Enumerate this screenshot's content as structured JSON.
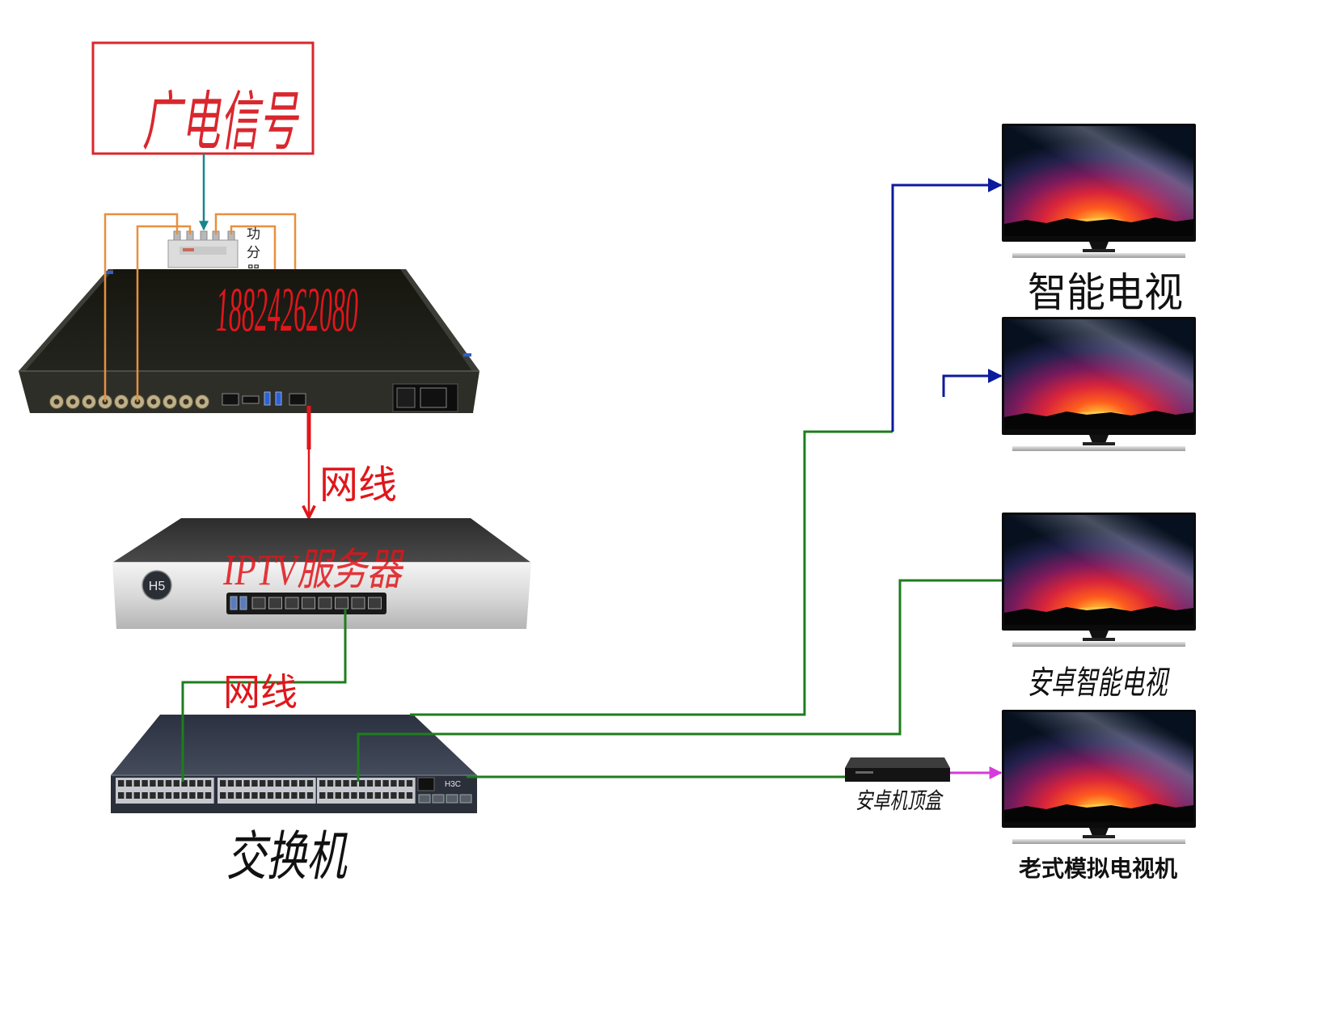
{
  "source": {
    "label": "广电信号"
  },
  "splitter": {
    "label": "功分器"
  },
  "encoder": {
    "phone": "18824262080"
  },
  "cables": {
    "encoder_to_server": "网线",
    "server_to_switch": "网线"
  },
  "server": {
    "label": "IPTV服务器",
    "logo": "H5"
  },
  "switch": {
    "label": "交换机",
    "brand": "H3C"
  },
  "set_top_box": {
    "label": "安卓机顶盒"
  },
  "displays": {
    "smart_tv": "智能电视",
    "android_smart_tv": "安卓智能电视",
    "analog_tv": "老式模拟电视机"
  },
  "colors": {
    "source_red": "#d9272e",
    "signal_teal": "#17868c",
    "coax_orange": "#e8903c",
    "network_red": "#e0161b",
    "network_green": "#1e7d1e",
    "feed_blue": "#0c1a9c",
    "hdmi_magenta": "#d43bd8",
    "label_black": "#111111"
  }
}
